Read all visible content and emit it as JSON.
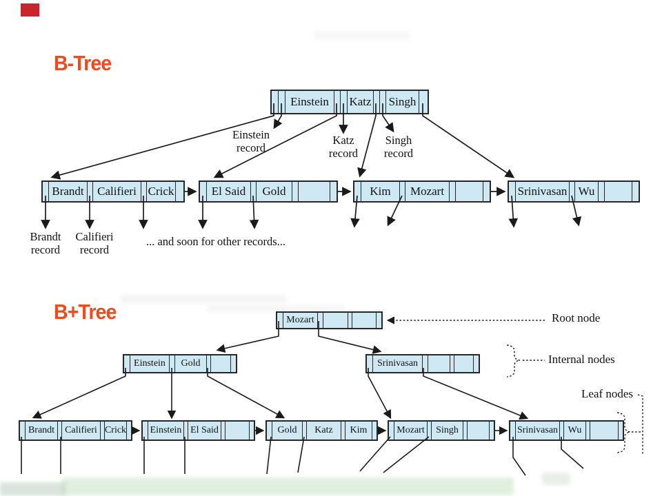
{
  "colors": {
    "accent": "#f5491d",
    "node_fill": "#cee9f3",
    "node_border": "#262626",
    "line": "#1a1a1a"
  },
  "btree": {
    "title": "B-Tree",
    "root": {
      "keys": [
        "Einstein",
        "Katz",
        "Singh"
      ]
    },
    "record_labels": [
      {
        "line1": "Einstein",
        "line2": "record"
      },
      {
        "line1": "Katz",
        "line2": "record"
      },
      {
        "line1": "Singh",
        "line2": "record"
      }
    ],
    "leaves": [
      {
        "keys": [
          "Brandt",
          "Califieri",
          "Crick"
        ]
      },
      {
        "keys": [
          "El Said",
          "Gold"
        ]
      },
      {
        "keys": [
          "Kim",
          "Mozart"
        ]
      },
      {
        "keys": [
          "Srinivasan",
          "Wu"
        ]
      }
    ],
    "bottom_labels": [
      {
        "line1": "Brandt",
        "line2": "record"
      },
      {
        "line1": "Califieri",
        "line2": "record"
      }
    ],
    "note": "... and soon for other records..."
  },
  "bplus": {
    "title": "B+Tree",
    "root": {
      "keys": [
        "Mozart"
      ]
    },
    "internal": [
      {
        "keys": [
          "Einstein",
          "Gold"
        ]
      },
      {
        "keys": [
          "Srinivasan"
        ]
      }
    ],
    "leaves": [
      {
        "keys": [
          "Brandt",
          "Califieri",
          "Crick"
        ]
      },
      {
        "keys": [
          "Einstein",
          "El Said"
        ]
      },
      {
        "keys": [
          "Gold",
          "Katz",
          "Kim"
        ]
      },
      {
        "keys": [
          "Mozart",
          "Singh"
        ]
      },
      {
        "keys": [
          "Srinivasan",
          "Wu"
        ]
      }
    ],
    "annotations": {
      "root": "Root node",
      "internal": "Internal nodes",
      "leaf": "Leaf nodes"
    }
  }
}
